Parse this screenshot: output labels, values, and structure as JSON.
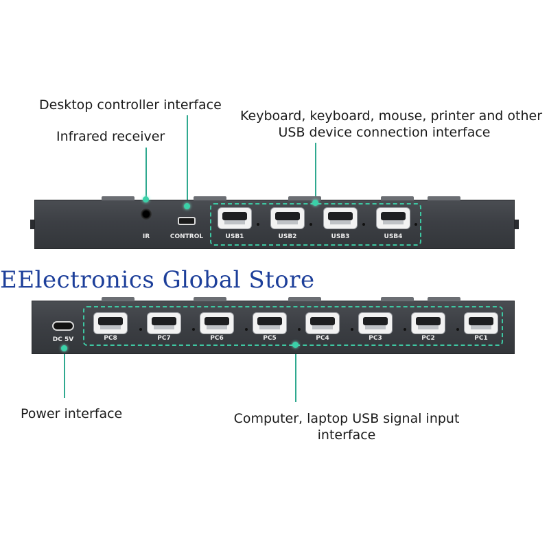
{
  "labels": {
    "desktop_controller": "Desktop controller interface",
    "infrared_receiver": "Infrared receiver",
    "usb_devices_line1": "Keyboard, keyboard, mouse, printer and other",
    "usb_devices_line2": "USB device connection interface",
    "power_interface": "Power interface",
    "pc_input_line1": "Computer, laptop USB signal input",
    "pc_input_line2": "interface"
  },
  "top_panel": {
    "ir_label": "IR",
    "control_label": "CONTROL",
    "usb_ports": [
      "USB1",
      "USB2",
      "USB3",
      "USB4"
    ]
  },
  "bottom_panel": {
    "power_label": "DC 5V",
    "pc_ports": [
      "PC8",
      "PC7",
      "PC6",
      "PC5",
      "PC4",
      "PC3",
      "PC2",
      "PC1"
    ]
  },
  "watermark": "EElectronics Global Store",
  "colors": {
    "accent": "#3ec7a2",
    "panel": "#3c3f44",
    "watermark": "#1d3f9a"
  }
}
